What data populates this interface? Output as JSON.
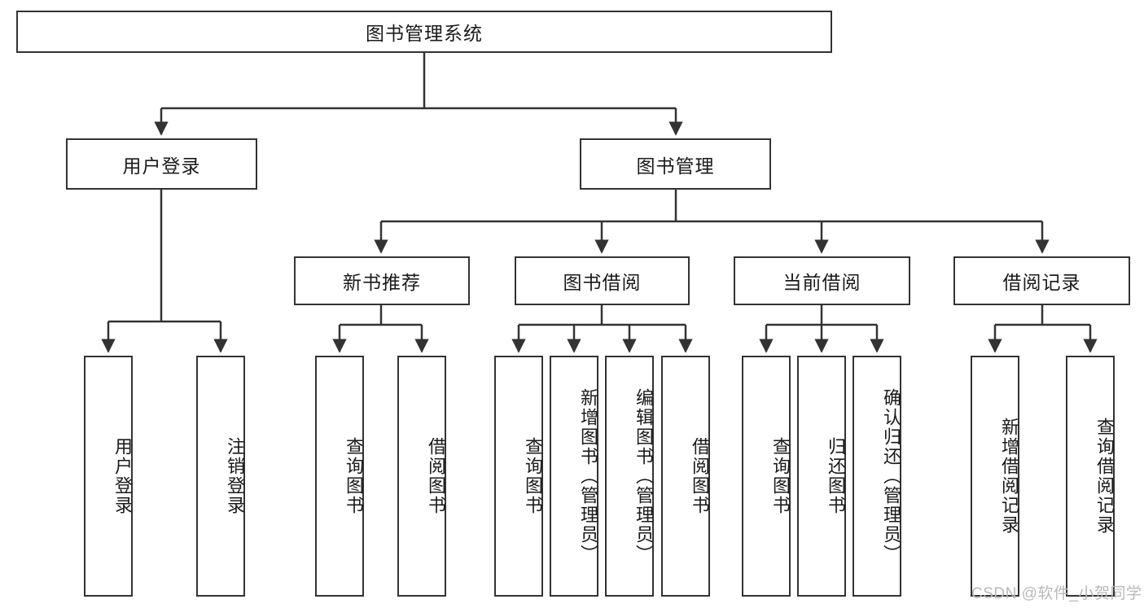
{
  "diagram": {
    "title_node": {
      "label": "图书管理系统"
    },
    "level2": [
      {
        "id": "user-login",
        "label": "用户登录"
      },
      {
        "id": "book-manage",
        "label": "图书管理"
      }
    ],
    "level3": [
      {
        "id": "new-book-recommend",
        "label": "新书推荐"
      },
      {
        "id": "book-borrow",
        "label": "图书借阅"
      },
      {
        "id": "current-borrow",
        "label": "当前借阅"
      },
      {
        "id": "borrow-record",
        "label": "借阅记录"
      }
    ],
    "leaves": [
      {
        "id": "leaf-user-login",
        "label": "用户登录"
      },
      {
        "id": "leaf-logout-login",
        "label": "注销登录"
      },
      {
        "id": "leaf-query-book-1",
        "label": "查询图书"
      },
      {
        "id": "leaf-borrow-book-1",
        "label": "借阅图书"
      },
      {
        "id": "leaf-query-book-2",
        "label": "查询图书"
      },
      {
        "id": "leaf-add-book",
        "label": "新增图书（管理员）"
      },
      {
        "id": "leaf-edit-book",
        "label": "编辑图书（管理员）"
      },
      {
        "id": "leaf-borrow-book-2",
        "label": "借阅图书"
      },
      {
        "id": "leaf-query-book-3",
        "label": "查询图书"
      },
      {
        "id": "leaf-return-book",
        "label": "归还图书"
      },
      {
        "id": "leaf-confirm-return",
        "label": "确认归还（管理员）"
      },
      {
        "id": "leaf-add-record",
        "label": "新增借阅记录"
      },
      {
        "id": "leaf-query-record",
        "label": "查询借阅记录"
      }
    ],
    "watermark": "CSDN @软件_小贺同学",
    "colors": {
      "stroke": "#333333",
      "fill": "#ffffff",
      "text": "#1a1a1a",
      "watermark": "#b9b9b9"
    }
  }
}
